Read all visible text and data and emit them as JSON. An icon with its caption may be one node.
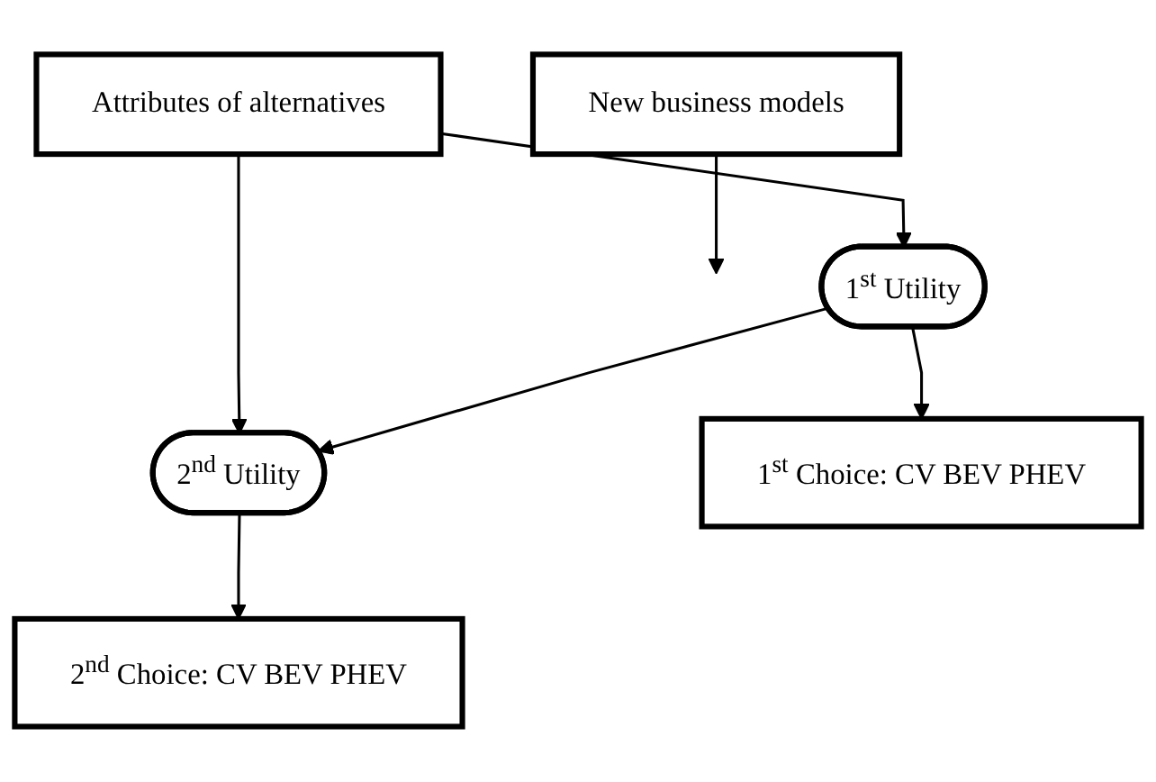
{
  "diagram": {
    "nodes": [
      {
        "text": [
          "Attributes of alternatives"
        ]
      },
      {
        "text": [
          "New business models"
        ]
      },
      {
        "text": [
          "1$^{st}$ Utility"
        ]
      },
      {
        "text": [
          "2$^{nd}$ Utility"
        ]
      },
      {
        "text": [
          "1$^{st}$ Choice: CV BEV PHEV"
        ]
      },
      {
        "text": [
          "2$^{nd}$ Choice: CV BEV PHEV"
        ]
      }
    ],
    "edges": [
      {
        "from": 0,
        "to": 2,
        "arrow": "to"
      },
      {
        "from": 0,
        "to": 3,
        "arrow": "to"
      },
      {
        "from": 1,
        "to": null,
        "arrow": "to"
      },
      {
        "from": 2,
        "to": 3,
        "arrow": "to"
      },
      {
        "from": 2,
        "to": 4,
        "arrow": "to"
      },
      {
        "from": 3,
        "to": 5,
        "arrow": "to"
      }
    ]
  }
}
